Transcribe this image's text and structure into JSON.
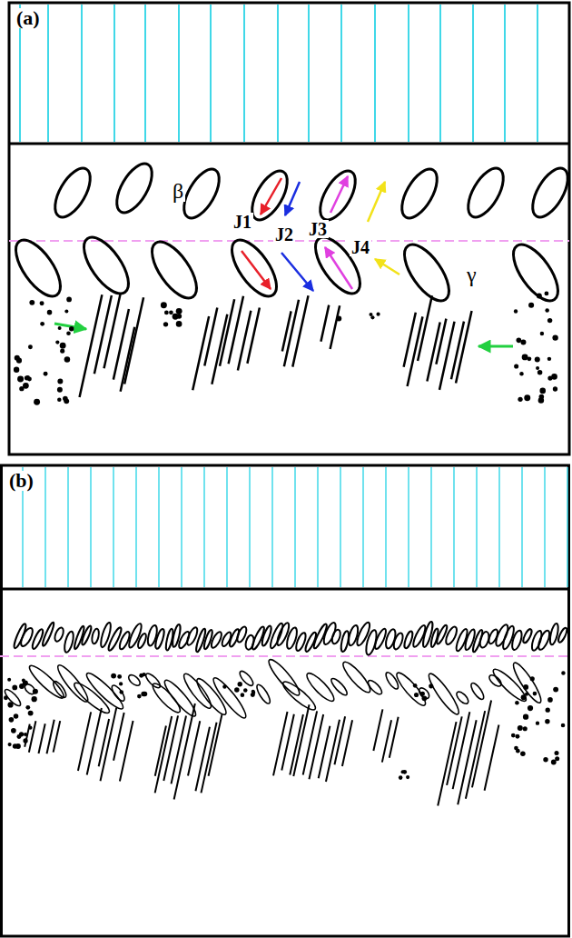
{
  "diagram": {
    "labels": [
      "(a)",
      "β",
      "J1",
      "J2",
      "J3",
      "J4",
      "γ",
      "(b)"
    ]
  }
}
